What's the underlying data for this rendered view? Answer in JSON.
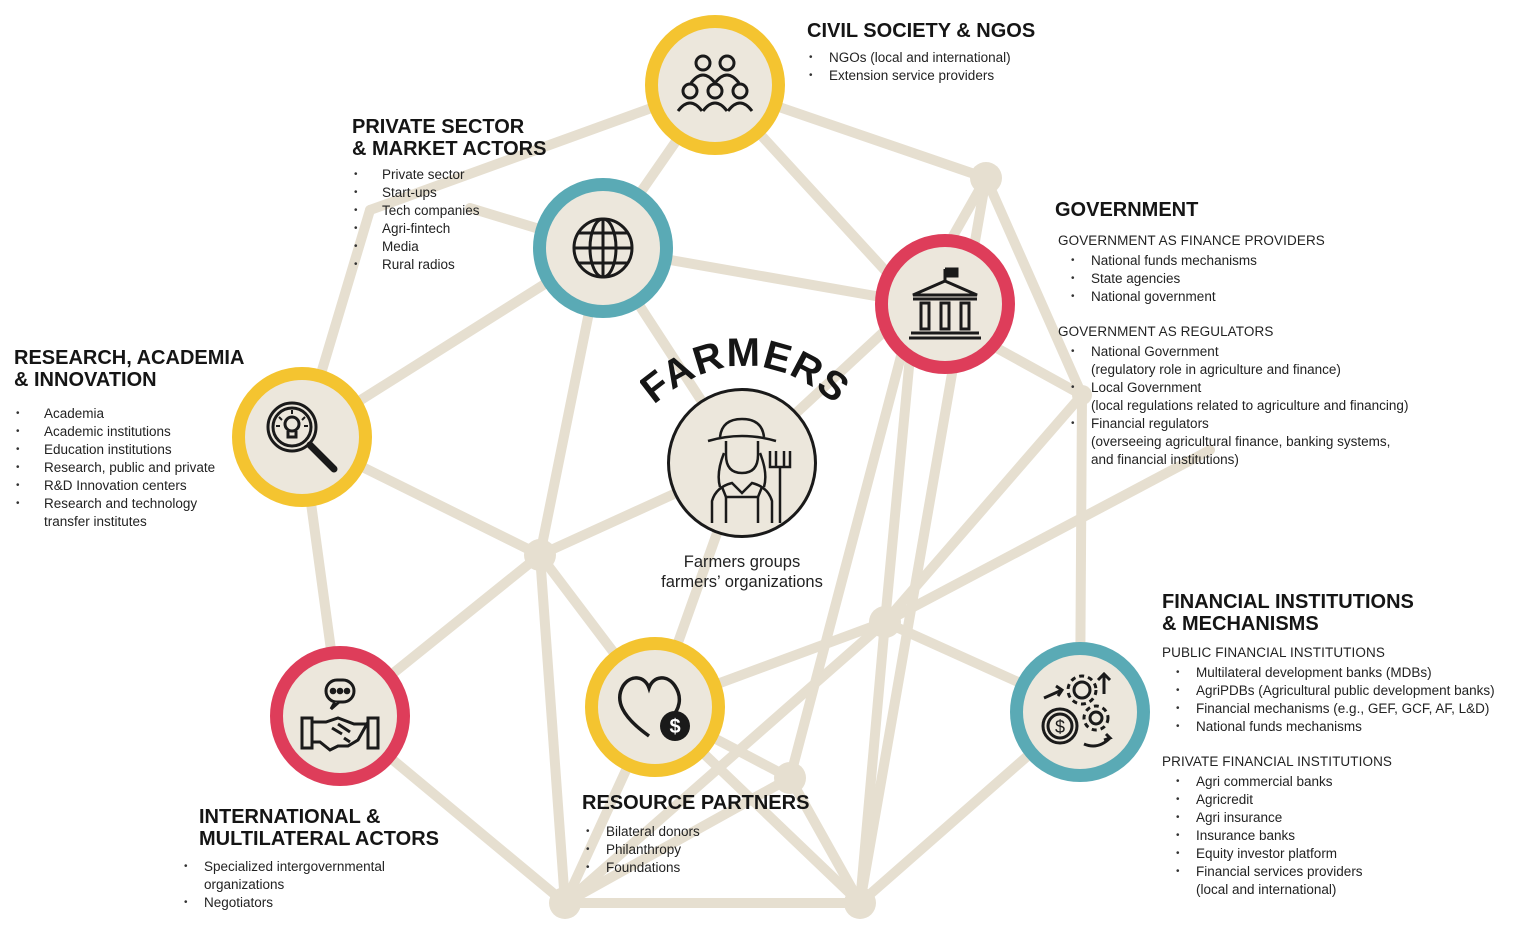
{
  "center": {
    "title": "FARMERS",
    "subtitle_lines": [
      "Farmers groups",
      "farmers’ organizations"
    ],
    "icon": "farmer-with-pitchfork-icon"
  },
  "civil_society": {
    "title": "CIVIL SOCIETY & NGOS",
    "icon": "people-group-icon",
    "items": [
      "NGOs (local and international)",
      "Extension service providers"
    ]
  },
  "private_sector": {
    "title_lines": [
      "PRIVATE SECTOR",
      "& MARKET ACTORS"
    ],
    "icon": "globe-icon",
    "items": [
      "Private sector",
      "Start-ups",
      "Tech companies",
      "Agri-fintech",
      "Media",
      "Rural radios"
    ]
  },
  "government": {
    "title": "GOVERNMENT",
    "icon": "government-building-icon",
    "finance_heading": "GOVERNMENT AS FINANCE PROVIDERS",
    "finance_items": [
      "National funds mechanisms",
      "State agencies",
      "National government"
    ],
    "regulators_heading": "GOVERNMENT AS REGULATORS",
    "regulators_items": [
      {
        "name": "National Government",
        "detail": [
          "(regulatory role in agriculture and finance)"
        ]
      },
      {
        "name": "Local Government",
        "detail": [
          "(local regulations related to agriculture and financing)"
        ]
      },
      {
        "name": "Financial regulators",
        "detail": [
          "(overseeing agricultural finance, banking systems,",
          "and financial institutions)"
        ]
      }
    ]
  },
  "research": {
    "title_lines": [
      "RESEARCH, ACADEMIA",
      "& INNOVATION"
    ],
    "icon": "magnifier-lightbulb-icon",
    "items": [
      "Academia",
      "Academic institutions",
      "Education institutions",
      "Research, public and private",
      "R&D Innovation centers",
      "Research and technology",
      "transfer institutes"
    ]
  },
  "international": {
    "title_lines": [
      "INTERNATIONAL &",
      "MULTILATERAL ACTORS"
    ],
    "icon": "handshake-chat-icon",
    "items": [
      "Specialized intergovernmental",
      "organizations",
      "Negotiators"
    ]
  },
  "resource": {
    "title": "RESOURCE PARTNERS",
    "icon": "heart-dollar-icon",
    "items": [
      "Bilateral donors",
      "Philanthropy",
      "Foundations"
    ]
  },
  "financial": {
    "title_lines": [
      "FINANCIAL INSTITUTIONS",
      "& MECHANISMS"
    ],
    "icon": "gears-dollar-icon",
    "public_heading": "PUBLIC FINANCIAL INSTITUTIONS",
    "public_items": [
      "Multilateral development banks (MDBs)",
      "AgriPDBs (Agricultural public development banks)",
      "Financial mechanisms (e.g., GEF, GCF, AF, L&D)",
      "National funds mechanisms"
    ],
    "private_heading": "PRIVATE FINANCIAL INSTITUTIONS",
    "private_items": [
      "Agri commercial banks",
      "Agricredit",
      "Agri insurance",
      "Insurance banks",
      "Equity investor platform",
      "Financial services providers",
      "(local and international)"
    ]
  },
  "colors": {
    "yellow": "#f4c430",
    "teal": "#5aaab5",
    "red": "#de3d5a",
    "node_fill": "#ece7dc",
    "network_line": "#e6dfd0"
  }
}
